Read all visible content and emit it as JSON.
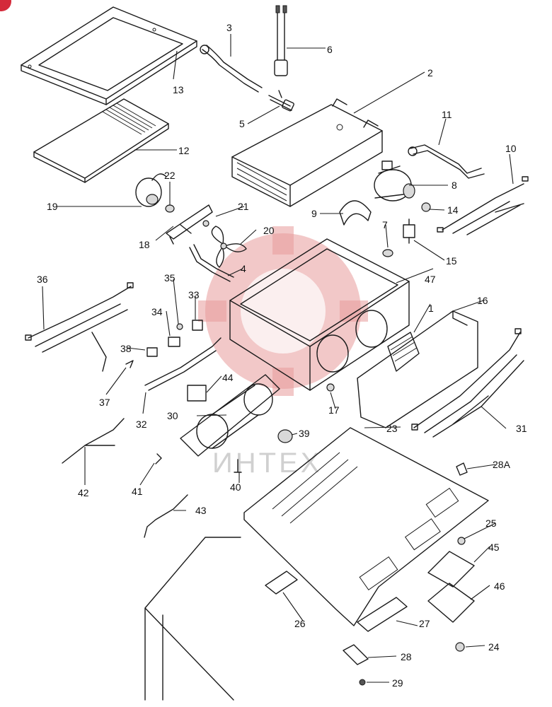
{
  "watermark_text": "ИНТЕХ",
  "callouts": [
    {
      "id": "c1",
      "text": "1"
    },
    {
      "id": "c2",
      "text": "2"
    },
    {
      "id": "c3",
      "text": "3"
    },
    {
      "id": "c4",
      "text": "4"
    },
    {
      "id": "c5",
      "text": "5"
    },
    {
      "id": "c6",
      "text": "6"
    },
    {
      "id": "c7",
      "text": "7"
    },
    {
      "id": "c8",
      "text": "8"
    },
    {
      "id": "c9",
      "text": "9"
    },
    {
      "id": "c10",
      "text": "10"
    },
    {
      "id": "c11",
      "text": "11"
    },
    {
      "id": "c12",
      "text": "12"
    },
    {
      "id": "c13",
      "text": "13"
    },
    {
      "id": "c14",
      "text": "14"
    },
    {
      "id": "c15",
      "text": "15"
    },
    {
      "id": "c16",
      "text": "16"
    },
    {
      "id": "c17",
      "text": "17"
    },
    {
      "id": "c18",
      "text": "18"
    },
    {
      "id": "c19",
      "text": "19"
    },
    {
      "id": "c20",
      "text": "20"
    },
    {
      "id": "c21",
      "text": "21"
    },
    {
      "id": "c22",
      "text": "22"
    },
    {
      "id": "c23",
      "text": "23"
    },
    {
      "id": "c24",
      "text": "24"
    },
    {
      "id": "c25",
      "text": "25"
    },
    {
      "id": "c26",
      "text": "26"
    },
    {
      "id": "c27",
      "text": "27"
    },
    {
      "id": "c28",
      "text": "28"
    },
    {
      "id": "c28a",
      "text": "28A"
    },
    {
      "id": "c29",
      "text": "29"
    },
    {
      "id": "c30",
      "text": "30"
    },
    {
      "id": "c31",
      "text": "31"
    },
    {
      "id": "c32",
      "text": "32"
    },
    {
      "id": "c33",
      "text": "33"
    },
    {
      "id": "c34",
      "text": "34"
    },
    {
      "id": "c35",
      "text": "35"
    },
    {
      "id": "c36",
      "text": "36"
    },
    {
      "id": "c37",
      "text": "37"
    },
    {
      "id": "c38",
      "text": "38"
    },
    {
      "id": "c39",
      "text": "39"
    },
    {
      "id": "c40",
      "text": "40"
    },
    {
      "id": "c41",
      "text": "41"
    },
    {
      "id": "c42",
      "text": "42"
    },
    {
      "id": "c43",
      "text": "43"
    },
    {
      "id": "c44",
      "text": "44"
    },
    {
      "id": "c45",
      "text": "45"
    },
    {
      "id": "c46",
      "text": "46"
    },
    {
      "id": "c47",
      "text": "47"
    }
  ],
  "colors": {
    "line": "#1a1a1a",
    "watermark": "#e89a9a",
    "corner_badge": "#d42a3a"
  }
}
